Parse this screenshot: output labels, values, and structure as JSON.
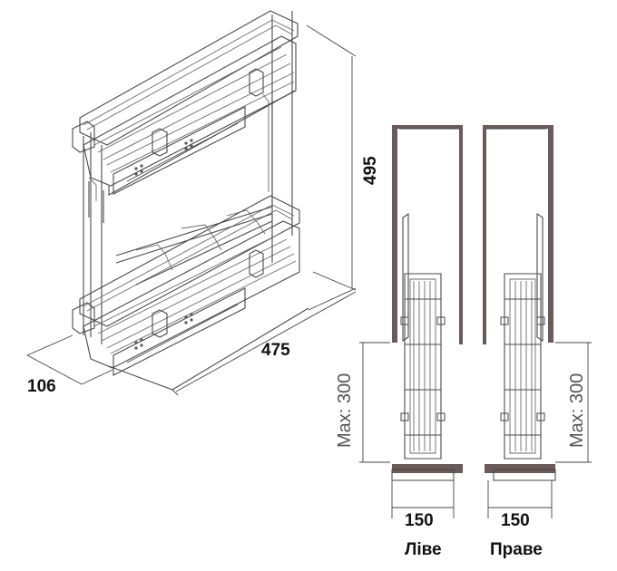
{
  "dimensions": {
    "height": "495",
    "depth": "475",
    "width": "106",
    "max_opening_left": "Max: 300",
    "max_opening_right": "Max: 300",
    "cabinet_left": "150",
    "cabinet_right": "150"
  },
  "variants": {
    "left": "Ліве",
    "right": "Праве"
  },
  "colors": {
    "line": "#4a4a4a",
    "cabinet_fill": "#6b5a5a",
    "text": "#111111"
  }
}
